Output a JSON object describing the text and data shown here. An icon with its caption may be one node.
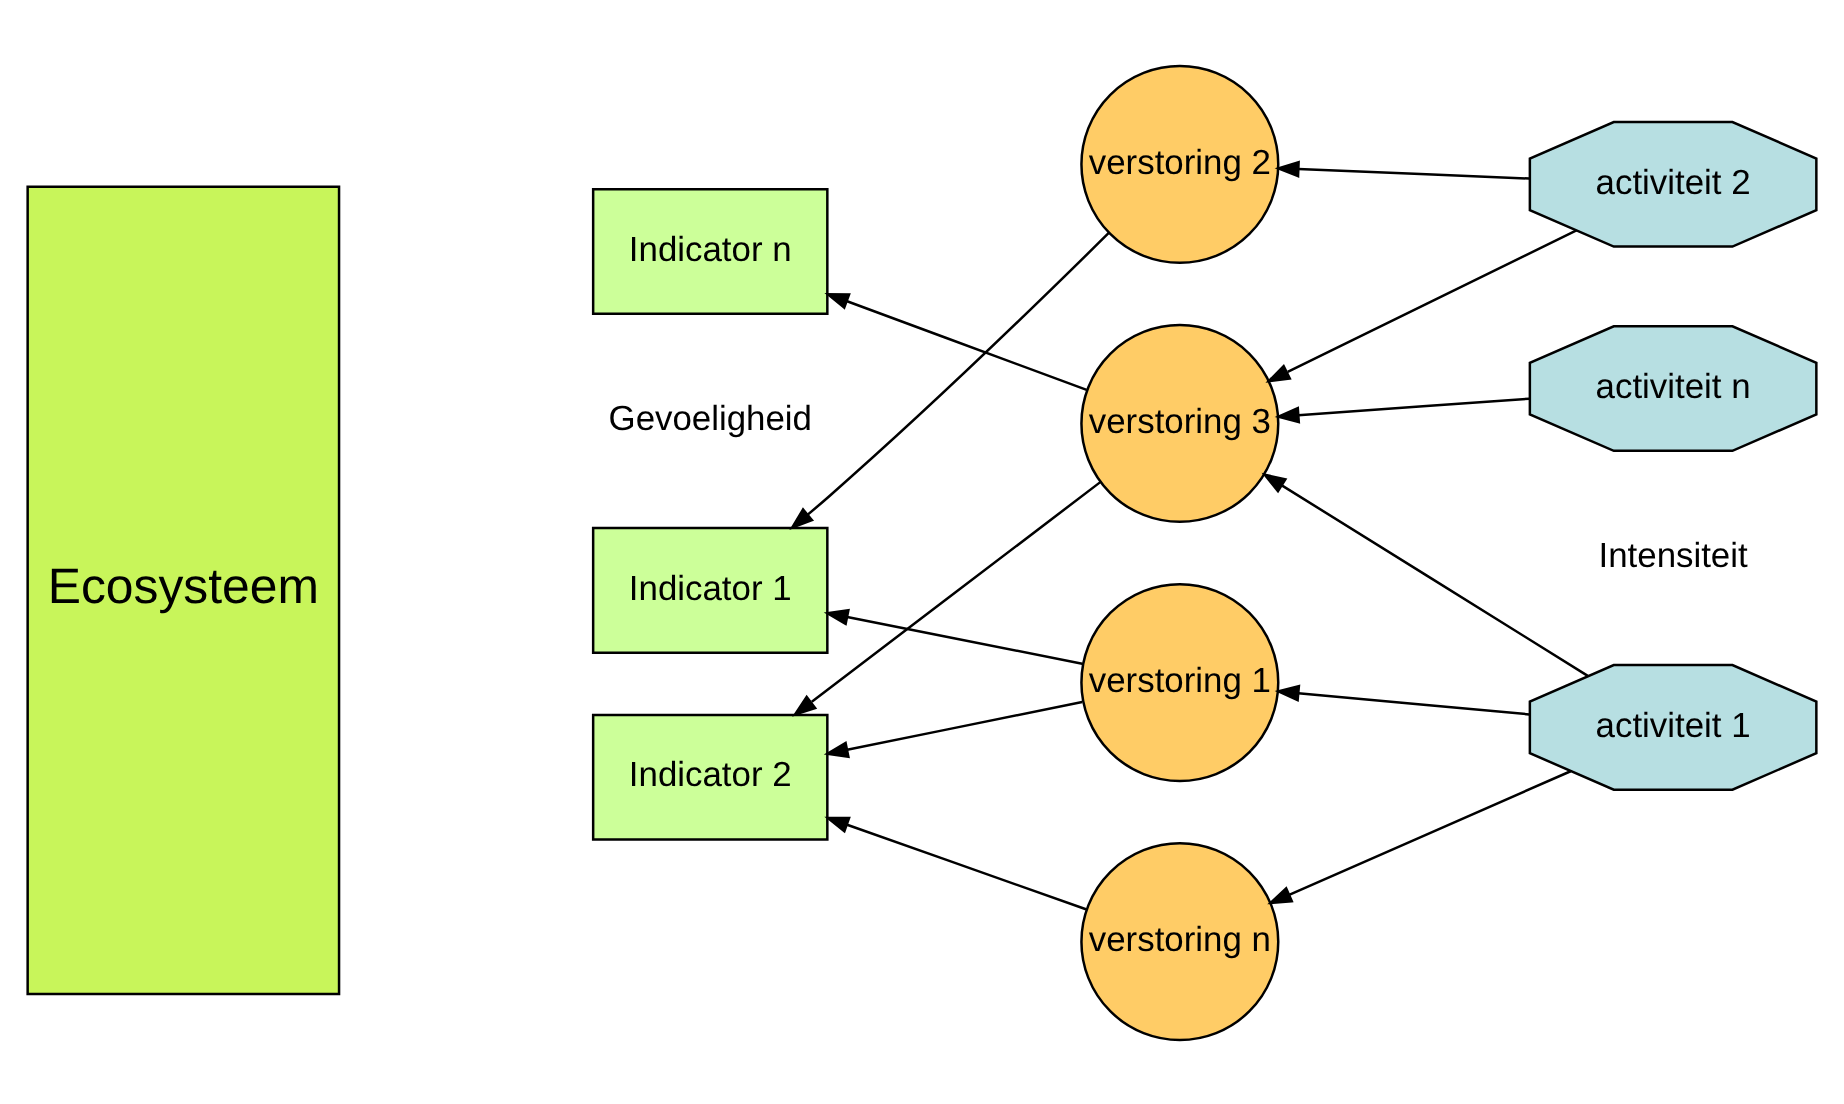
{
  "diagram": {
    "nodes": [
      {
        "text": [
          "Ecosysteem"
        ]
      },
      {
        "text": [
          "Indicator 1"
        ]
      },
      {
        "text": [
          "Indicator 2"
        ]
      },
      {
        "text": [
          "Indicator n"
        ]
      },
      {
        "text": [
          "verstoring 1"
        ]
      },
      {
        "text": [
          "verstoring 2"
        ]
      },
      {
        "text": [
          "verstoring 3"
        ]
      },
      {
        "text": [
          "verstoring n"
        ]
      },
      {
        "text": [
          "activiteit 1"
        ]
      },
      {
        "text": [
          "activiteit 2"
        ]
      },
      {
        "text": [
          "activiteit n"
        ]
      }
    ],
    "edges": [
      {
        "from": 4,
        "to": 1,
        "arrow": "to"
      },
      {
        "from": 4,
        "to": 2,
        "arrow": "to"
      },
      {
        "from": 5,
        "to": 1,
        "arrow": "to"
      },
      {
        "from": 6,
        "to": 2,
        "arrow": "to"
      },
      {
        "from": 6,
        "to": 3,
        "arrow": "to"
      },
      {
        "from": 7,
        "to": 2,
        "arrow": "to"
      },
      {
        "from": 8,
        "to": 4,
        "arrow": "to"
      },
      {
        "from": 8,
        "to": 6,
        "arrow": "to"
      },
      {
        "from": 8,
        "to": 7,
        "arrow": "to"
      },
      {
        "from": 9,
        "to": 5,
        "arrow": "to"
      },
      {
        "from": 9,
        "to": 6,
        "arrow": "to"
      },
      {
        "from": 10,
        "to": 6,
        "arrow": "to"
      }
    ],
    "labels": [
      "Gevoeligheid",
      "Intensiteit"
    ]
  }
}
